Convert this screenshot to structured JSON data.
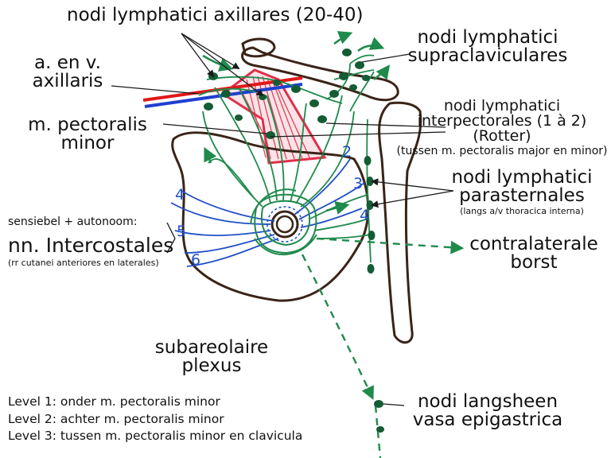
{
  "labels": {
    "axillares": "nodi lymphatici axillares (20-40)",
    "supra_1": "nodi lymphatici",
    "supra_2": "supraclaviculares",
    "vessels_1": "a. en v.",
    "vessels_2": "axillaris",
    "pect_1": "m. pectoralis",
    "pect_2": "minor",
    "inter_1": "nodi lymphatici",
    "inter_2": "interpectorales (1 à 2)",
    "inter_3": "(Rotter)",
    "inter_4": "(tussen m. pectoralis major en minor)",
    "para_1": "nodi lymphatici",
    "para_2": "parasternales",
    "para_3": "(langs a/v thoracica interna)",
    "sens": "sensiebel + autonoom:",
    "nn": "nn. Intercostales",
    "rr": "(rr cutanei anteriores en laterales)",
    "contra_1": "contralaterale",
    "contra_2": "borst",
    "sub_1": "subareolaire",
    "sub_2": "plexus",
    "epi_1": "nodi langsheen",
    "epi_2": "vasa epigastrica",
    "level1": "Level 1: onder m. pectoralis minor",
    "level2": "Level 2: achter m. pectoralis minor",
    "level3": "Level 3: tussen m. pectoralis minor en clavicula"
  },
  "nerve_numbers": {
    "n2": "2",
    "n3": "3",
    "n4a": "4",
    "n4b": "4",
    "n5": "5",
    "n6": "6"
  },
  "colors": {
    "lymph": "#1f8a4c",
    "node": "#145c34",
    "nerve": "#2050c8",
    "artery": "#e01818",
    "vein": "#1e40d0",
    "muscle": "#e0304a",
    "outline": "#3a2418",
    "text": "#111111"
  }
}
